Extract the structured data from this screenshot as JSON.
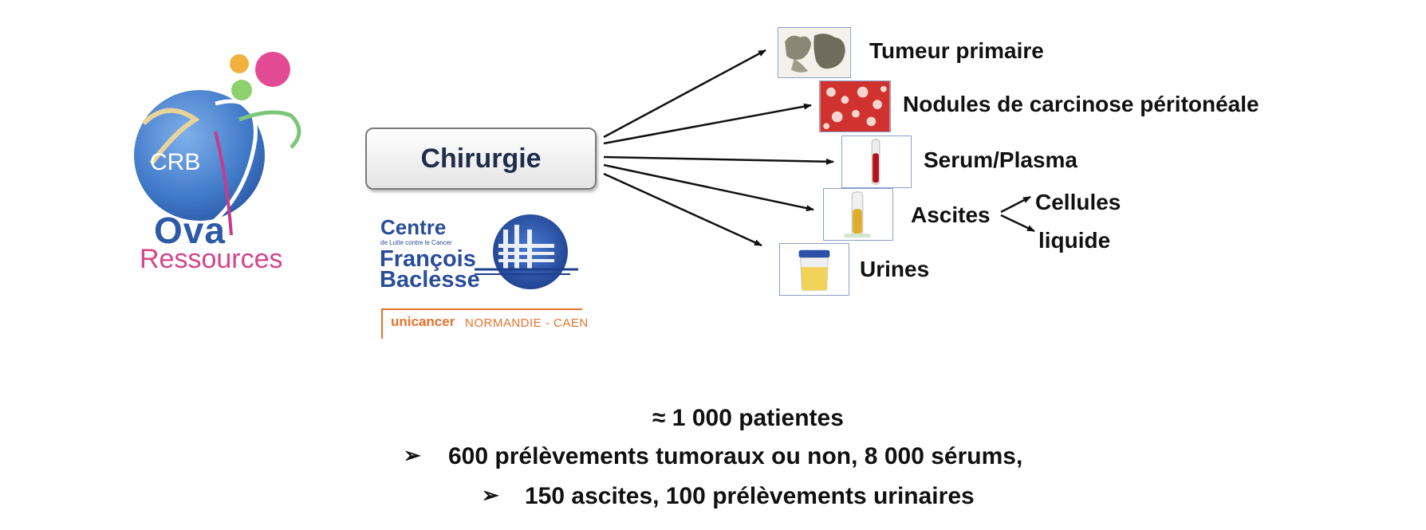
{
  "crb_logo": {
    "crb": "CRB",
    "ova": "Ova",
    "ressources": "Ressources"
  },
  "chirurgie": {
    "label": "Chirurgie"
  },
  "baclesse_logo": {
    "centre": "Centre",
    "lutte": "de Lutte contre le Cancer",
    "francois": "François",
    "baclesse": "Baclesse",
    "unicancer": "unicancer",
    "region": "NORMANDIE - CAEN"
  },
  "samples": {
    "tumeur": "Tumeur primaire",
    "nodules": "Nodules de carcinose péritonéale",
    "serum": "Serum/Plasma",
    "ascites": "Ascites",
    "cellules": "Cellules",
    "liquide": "liquide",
    "urines": "Urines"
  },
  "summary": {
    "title": "≈ 1 000 patientes",
    "bullet_symbol": "➢",
    "line1": "600 prélèvements tumoraux ou non, 8 000 sérums,",
    "line2": "150 ascites, 100 prélèvements urinaires"
  },
  "colors": {
    "ova_blue": "#2c5aa6",
    "ressources_pink": "#d5448a",
    "unicancer_orange": "#e8722a",
    "chirurgie_text": "#1f2d4d"
  }
}
